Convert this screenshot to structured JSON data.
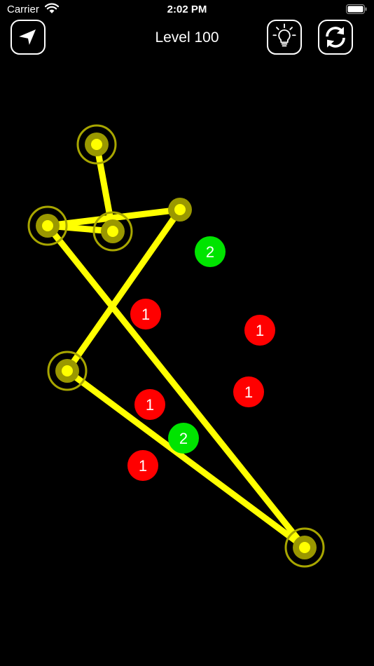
{
  "status_bar": {
    "carrier": "Carrier",
    "time": "2:02 PM"
  },
  "header": {
    "title": "Level 100"
  },
  "icons": {
    "back": "back-arrow-icon",
    "hint": "lightbulb-icon",
    "restart": "refresh-icon"
  },
  "colors": {
    "line": "#ffff00",
    "node_fill": "#9a9800",
    "node_ring": "#a8a600",
    "badge_red": "#ff0000",
    "badge_green": "#00e400"
  },
  "nodes": [
    {
      "id": "a",
      "ring": true
    },
    {
      "id": "b",
      "ring": false
    },
    {
      "id": "c",
      "ring": true
    },
    {
      "id": "d",
      "ring": true
    },
    {
      "id": "e",
      "ring": true
    },
    {
      "id": "f",
      "ring": true
    }
  ],
  "path": [
    "a",
    "d",
    "c",
    "b",
    "e",
    "f",
    "c"
  ],
  "badges": [
    {
      "label": "2",
      "color": "green"
    },
    {
      "label": "1",
      "color": "red"
    },
    {
      "label": "1",
      "color": "red"
    },
    {
      "label": "1",
      "color": "red"
    },
    {
      "label": "1",
      "color": "red"
    },
    {
      "label": "2",
      "color": "green"
    },
    {
      "label": "1",
      "color": "red"
    }
  ]
}
